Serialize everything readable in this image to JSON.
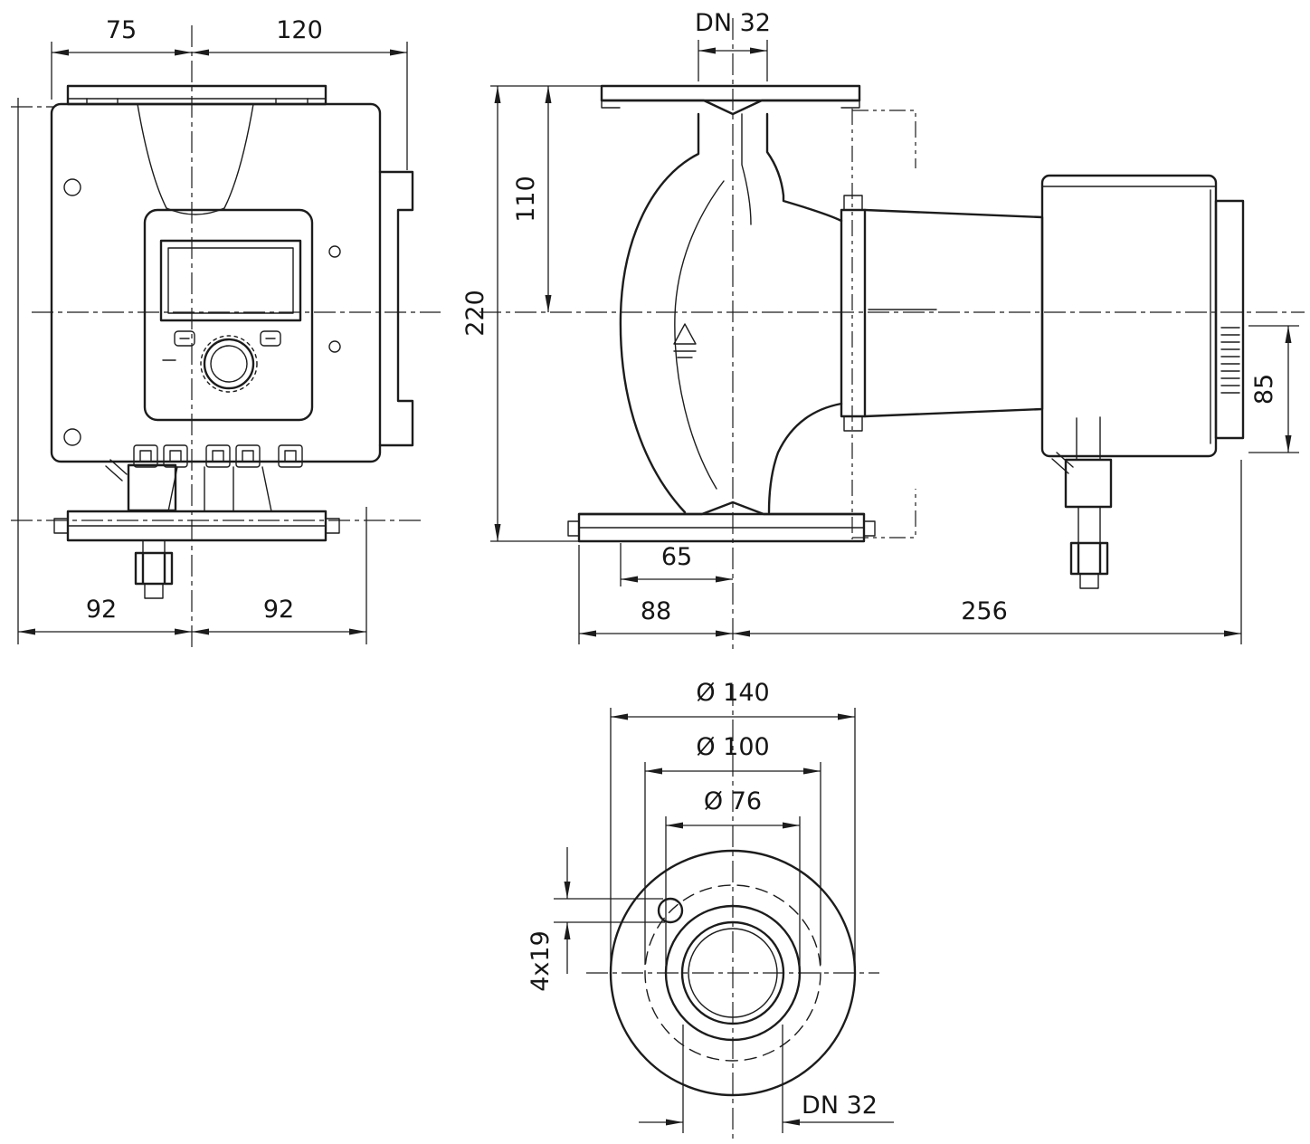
{
  "page": {
    "background": "#ffffff",
    "line_color": "#1c1c1c",
    "kind": "technical dimensional drawing of an inline circulation pump"
  },
  "drawing": {
    "views": {
      "front": {
        "dim_top_left": "75",
        "dim_top_right": "120",
        "dim_bottom_left": "92",
        "dim_bottom_right": "92"
      },
      "side": {
        "dim_dn_top": "DN 32",
        "dim_port_height": "110",
        "dim_total_height": "220",
        "dim_port_offset": "65",
        "dim_front_depth": "88",
        "dim_motor_length": "256",
        "dim_module_height": "85"
      },
      "flange": {
        "dim_outer_diameter": "Ø 140",
        "dim_bolt_circle": "Ø 100",
        "dim_raised_face": "Ø 76",
        "dim_bolt_holes": "4x19",
        "dim_nominal": "DN 32"
      }
    }
  }
}
